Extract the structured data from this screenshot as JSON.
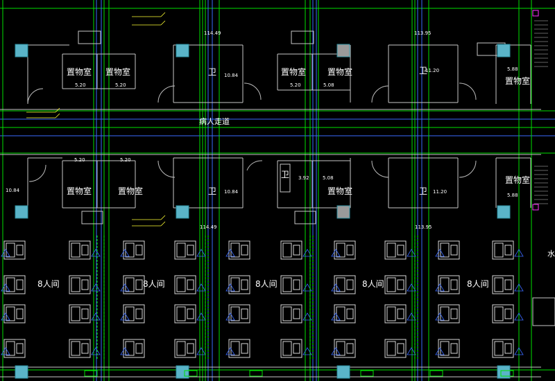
{
  "colors": {
    "background": "#000000",
    "wall": "#c8c8c8",
    "axis_green": "#00e000",
    "axis_blue": "#3a6bff",
    "column_fill": "#5ab4c8",
    "column_grey": "#9a9a9a",
    "door": "#bdbdbd",
    "annotation_yellow": "#ffff33",
    "magenta": "#ff33ff"
  },
  "corridor": {
    "label": "病人走道"
  },
  "top_rooms": [
    {
      "label": "置物室",
      "area": "5.20"
    },
    {
      "label": "置物室",
      "area": "5.20"
    },
    {
      "label": "卫",
      "area": "10.84"
    },
    {
      "label": "置物室",
      "area": "5.20"
    },
    {
      "label": "置物室",
      "area": "5.08"
    },
    {
      "label": "卫",
      "area": "11.20"
    },
    {
      "label": "置物室",
      "area": "5.88"
    }
  ],
  "bottom_rooms": [
    {
      "label": "置物室",
      "area": "5.20"
    },
    {
      "label": "置物室",
      "area": "5.20"
    },
    {
      "label": "卫",
      "area": "10.84"
    },
    {
      "label": "卫",
      "area": "3.92"
    },
    {
      "label": "置物室",
      "area": "5.08"
    },
    {
      "label": "卫",
      "area": "11.20"
    },
    {
      "label": "置物室",
      "area": "5.88"
    }
  ],
  "extra_areas": {
    "top_left": "114.49",
    "top_right": "113.95",
    "bottom_left": "114.49",
    "bottom_right": "113.95",
    "left_edge": "10.84"
  },
  "wards": [
    {
      "label": "8人间"
    },
    {
      "label": "8人间"
    },
    {
      "label": "8人间"
    },
    {
      "label": "8人间"
    },
    {
      "label": "8人间"
    }
  ],
  "edge_glyph": "水",
  "icons": {
    "door": "door-swing-icon",
    "bed": "hospital-bed-icon",
    "column": "structural-column-icon"
  }
}
